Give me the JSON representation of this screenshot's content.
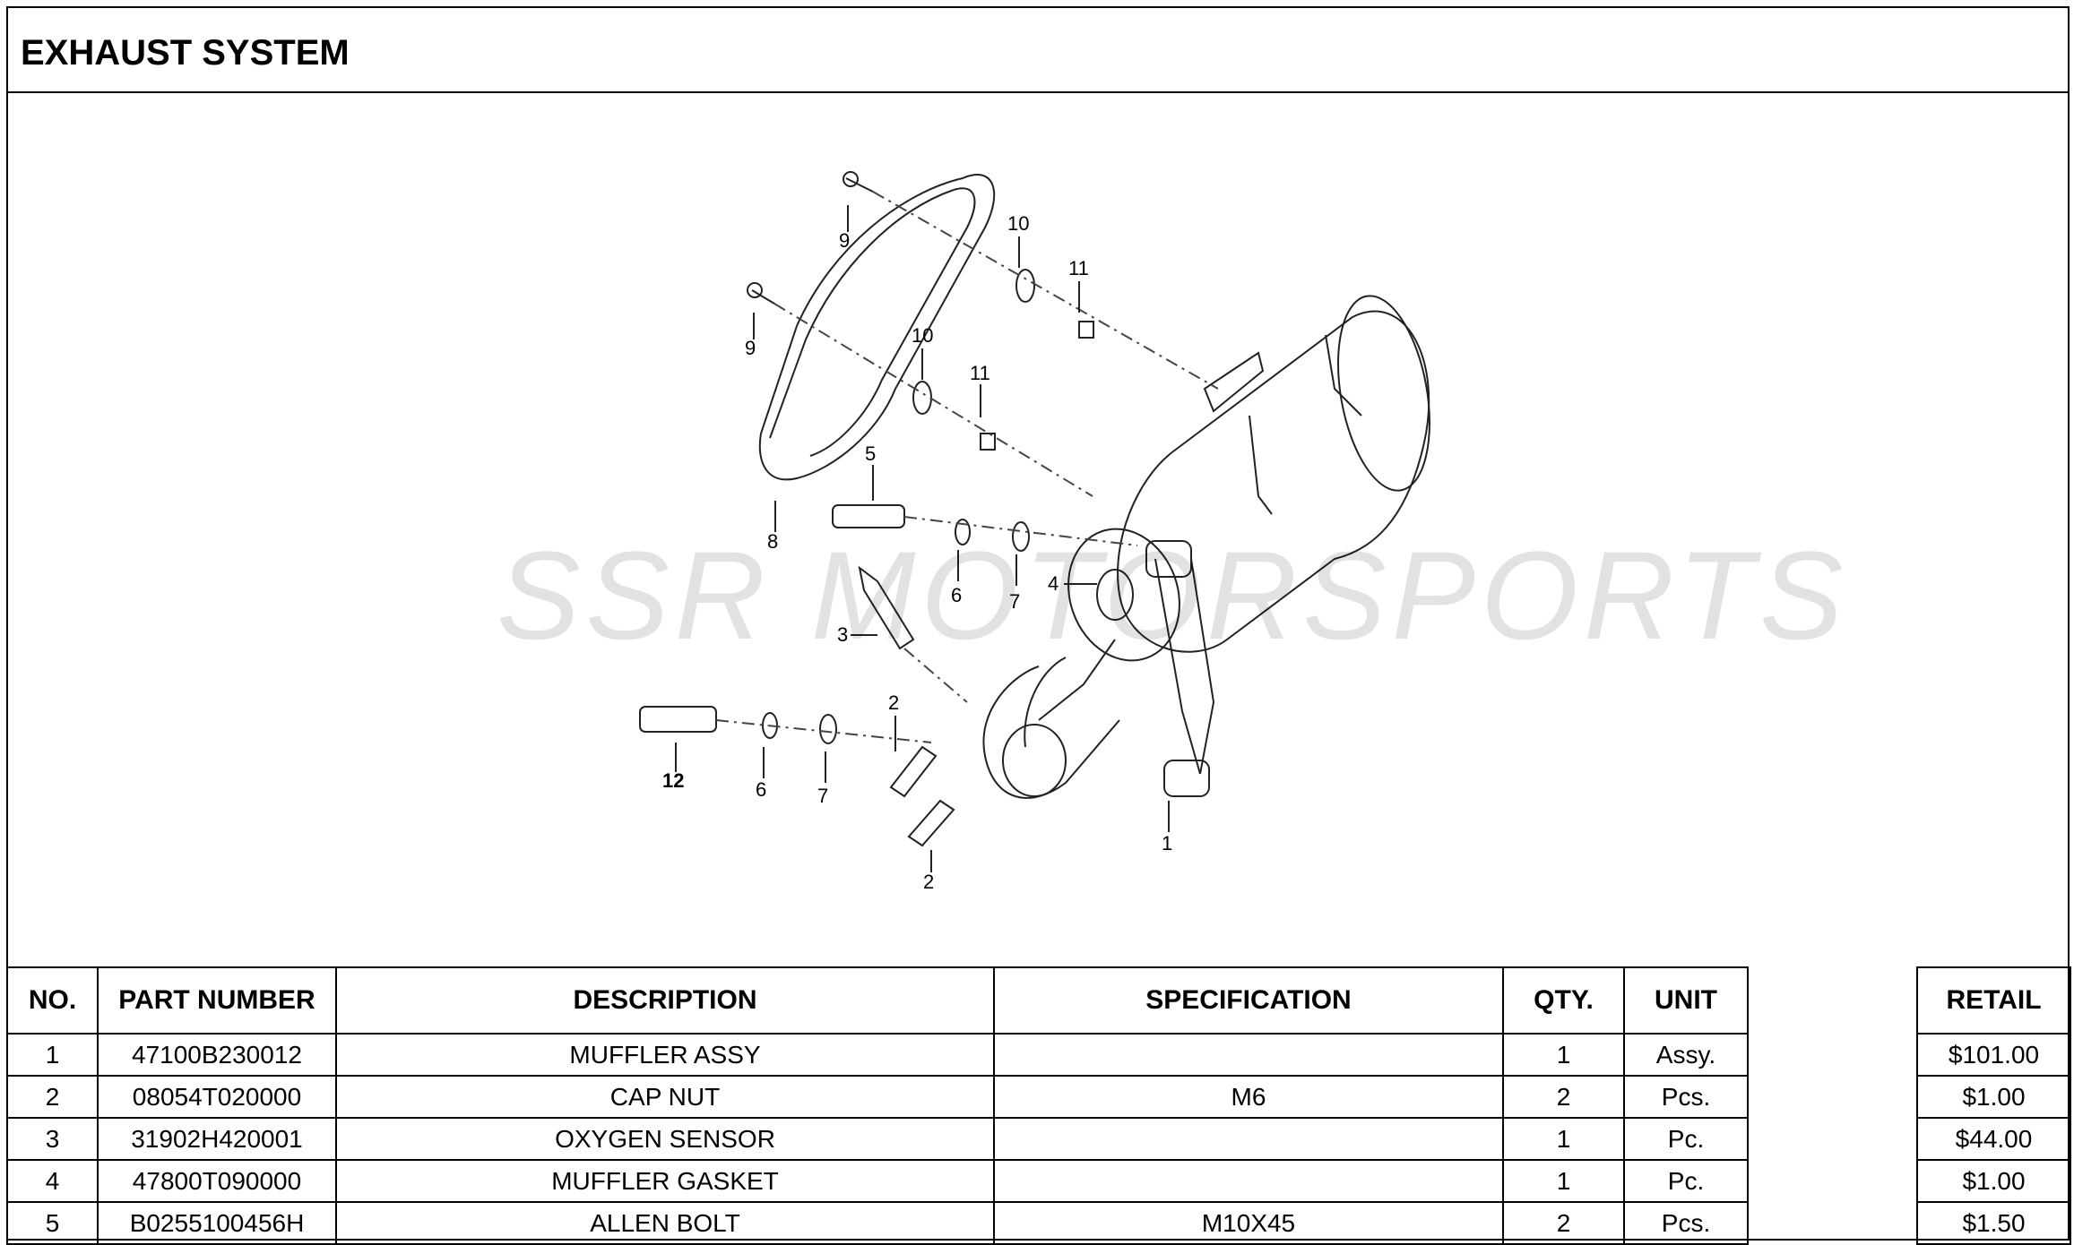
{
  "title": "EXHAUST SYSTEM",
  "diagram": {
    "watermark": "SSR MOTORSPORTS",
    "callouts": [
      "9",
      "9",
      "10",
      "10",
      "11",
      "11",
      "5",
      "8",
      "6",
      "7",
      "4",
      "3",
      "2",
      "12",
      "6",
      "7",
      "2",
      "1"
    ]
  },
  "table": {
    "headers": {
      "no": "NO.",
      "part_number": "PART NUMBER",
      "description": "DESCRIPTION",
      "specification": "SPECIFICATION",
      "qty": "QTY.",
      "unit": "UNIT",
      "retail": "RETAIL"
    },
    "rows": [
      {
        "no": "1",
        "part_number": "47100B230012",
        "description": "MUFFLER ASSY",
        "specification": "",
        "qty": "1",
        "unit": "Assy.",
        "retail": "$101.00"
      },
      {
        "no": "2",
        "part_number": "08054T020000",
        "description": "CAP NUT",
        "specification": "M6",
        "qty": "2",
        "unit": "Pcs.",
        "retail": "$1.00"
      },
      {
        "no": "3",
        "part_number": "31902H420001",
        "description": "OXYGEN SENSOR",
        "specification": "",
        "qty": "1",
        "unit": "Pc.",
        "retail": "$44.00"
      },
      {
        "no": "4",
        "part_number": "47800T090000",
        "description": "MUFFLER GASKET",
        "specification": "",
        "qty": "1",
        "unit": "Pc.",
        "retail": "$1.00"
      },
      {
        "no": "5",
        "part_number": "B0255100456H",
        "description": "ALLEN BOLT",
        "specification": "M10X45",
        "qty": "2",
        "unit": "Pcs.",
        "retail": "$1.50"
      }
    ]
  }
}
